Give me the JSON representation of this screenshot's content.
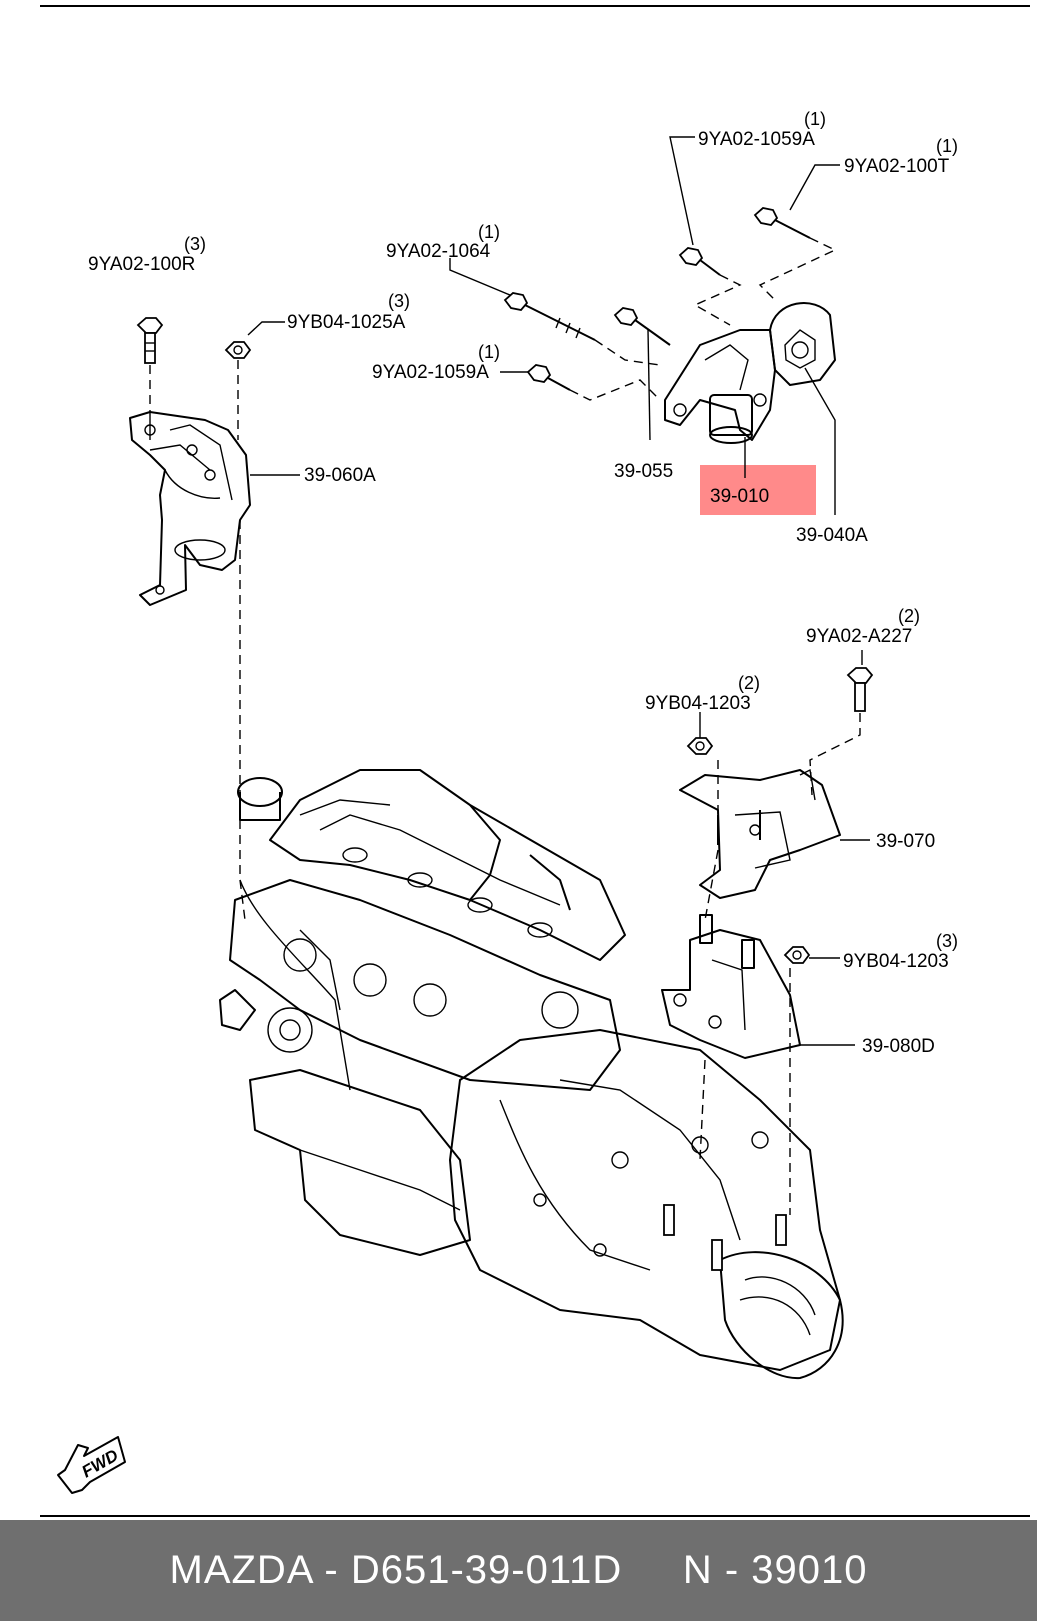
{
  "callouts": [
    {
      "id": "c1",
      "code": "9YA02-1059A",
      "qty": "(1)"
    },
    {
      "id": "c2",
      "code": "9YA02-100T",
      "qty": "(1)"
    },
    {
      "id": "c3",
      "code": "9YA02-1064",
      "qty": "(1)"
    },
    {
      "id": "c4",
      "code": "9YA02-100R",
      "qty": "(3)"
    },
    {
      "id": "c5",
      "code": "9YB04-1025A",
      "qty": "(3)"
    },
    {
      "id": "c6",
      "code": "9YA02-1059A",
      "qty": "(1)"
    },
    {
      "id": "c7",
      "code": "39-060A",
      "qty": ""
    },
    {
      "id": "c8",
      "code": "39-055",
      "qty": ""
    },
    {
      "id": "c9",
      "code": "39-010",
      "qty": ""
    },
    {
      "id": "c10",
      "code": "39-040A",
      "qty": ""
    },
    {
      "id": "c11",
      "code": "9YA02-A227",
      "qty": "(2)"
    },
    {
      "id": "c12",
      "code": "9YB04-1203",
      "qty": "(2)"
    },
    {
      "id": "c13",
      "code": "39-070",
      "qty": ""
    },
    {
      "id": "c14",
      "code": "9YB04-1203",
      "qty": "(3)"
    },
    {
      "id": "c15",
      "code": "39-080D",
      "qty": ""
    }
  ],
  "highlight": {
    "code": "39-010",
    "color": "#ff8a8a"
  },
  "direction_marker": {
    "text": "FWD"
  },
  "footer": {
    "text": "MAZDA - D651-39-011D     N - 39010",
    "background": "#6f6f6f"
  }
}
